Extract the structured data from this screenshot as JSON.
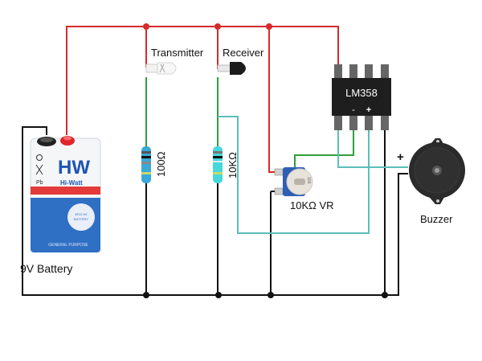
{
  "diagram": {
    "title": "IR obstacle sensor circuit with LM358 and buzzer",
    "components": {
      "battery": {
        "label": "9V Battery",
        "brand": "HW",
        "brand_sub": "Hi-Watt",
        "badge_text": "6F22 9V BATTERY FOR TRANSISTOR RADIOS",
        "footer_text": "GENERAL PURPOSE",
        "pb_mark": "Pb"
      },
      "transmitter": {
        "label": "Transmitter"
      },
      "receiver": {
        "label": "Receiver"
      },
      "resistor1": {
        "label": "100Ω"
      },
      "resistor2": {
        "label": "10KΩ"
      },
      "opamp": {
        "label": "LM358",
        "pin_minus": "-",
        "pin_plus": "+"
      },
      "potentiometer": {
        "label": "10KΩ VR",
        "marking": "103"
      },
      "buzzer": {
        "label": "Buzzer",
        "polarity": "+"
      }
    },
    "wire_colors": {
      "positive": "#d62b2b",
      "ground": "#111111",
      "signal_green": "#2e9e3a",
      "signal_teal": "#5bbfb8"
    }
  }
}
